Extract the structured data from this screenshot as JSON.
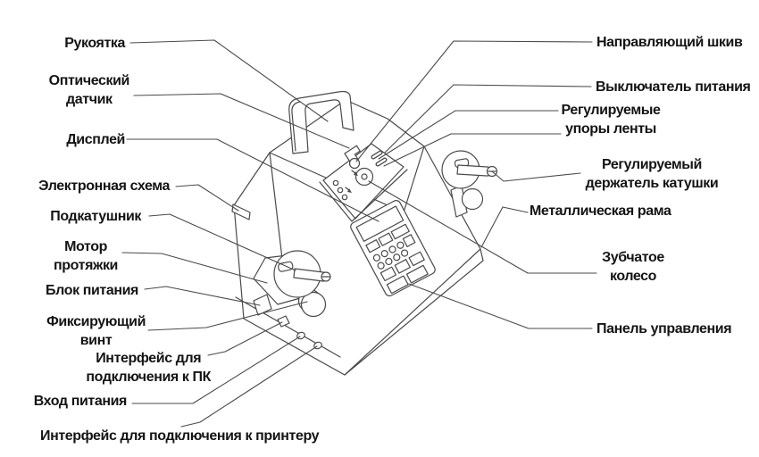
{
  "diagram": {
    "labels_left": [
      "Рукоятка",
      "Оптический\nдатчик",
      "Дисплей",
      "Электронная схема",
      "Подкатушник",
      "Мотор\nпротяжки",
      "Блок питания",
      "Фиксирующий\nвинт",
      "Интерфейс для\nподключения к ПК",
      "Вход питания",
      "Интерфейс для подключения к принтеру"
    ],
    "labels_right": [
      "Направляющий шкив",
      "Выключатель питания",
      "Регулируемые\nупоры ленты",
      "Регулируемый\nдержатель катушки",
      "Металлическая рама",
      "Зубчатое\nколесо",
      "Панель управления"
    ],
    "colors": {
      "background": "#ffffff",
      "line": "#4a4a4a",
      "label_text": "#141414"
    }
  }
}
